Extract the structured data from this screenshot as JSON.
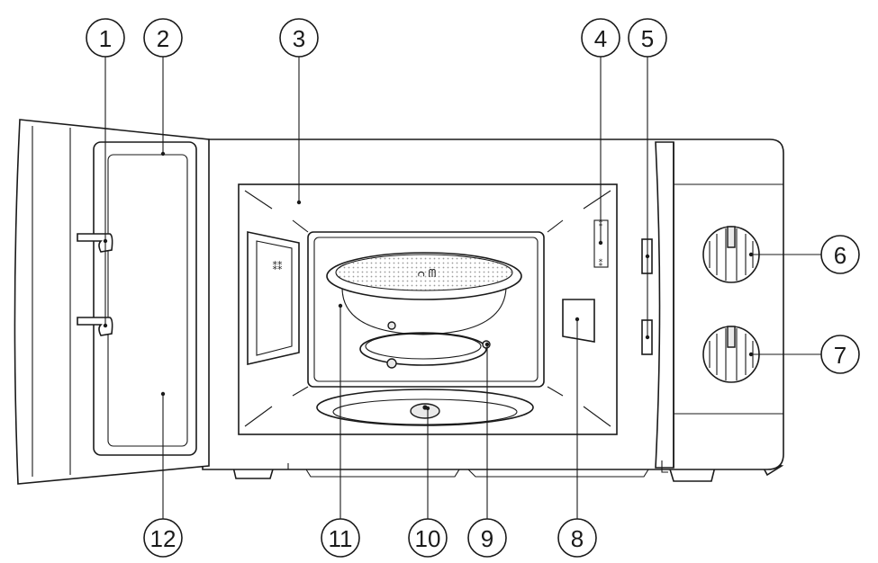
{
  "callouts": [
    {
      "id": "1",
      "label": "1"
    },
    {
      "id": "2",
      "label": "2"
    },
    {
      "id": "3",
      "label": "3"
    },
    {
      "id": "4",
      "label": "4"
    },
    {
      "id": "5",
      "label": "5"
    },
    {
      "id": "6",
      "label": "6"
    },
    {
      "id": "7",
      "label": "7"
    },
    {
      "id": "8",
      "label": "8"
    },
    {
      "id": "9",
      "label": "9"
    },
    {
      "id": "10",
      "label": "10"
    },
    {
      "id": "11",
      "label": "11"
    },
    {
      "id": "12",
      "label": "12"
    }
  ],
  "plate_marking": "ᴒ ᗰ",
  "colors": {
    "line": "#1a1a1a",
    "background": "#ffffff",
    "plate_dots": "#9a9a9a"
  }
}
